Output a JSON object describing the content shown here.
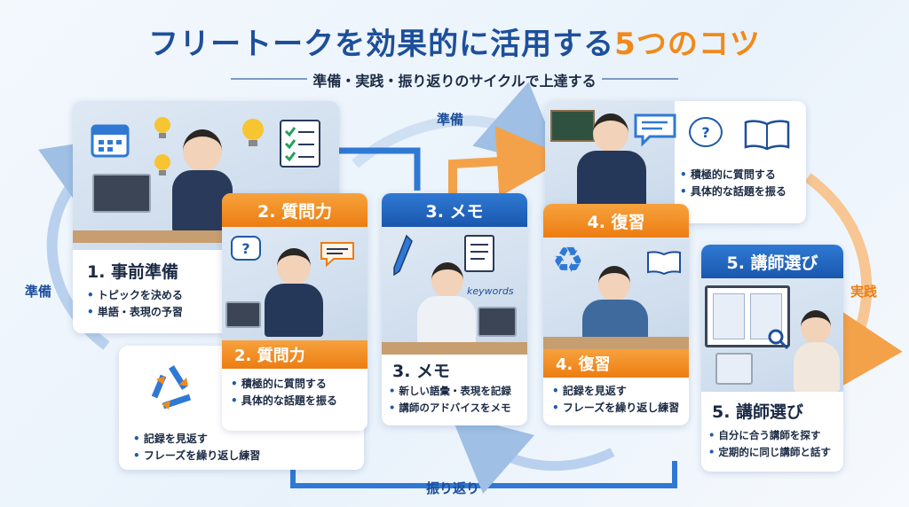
{
  "header": {
    "title_main": "フリートークを効果的に活用する",
    "title_accent": "5つのコツ",
    "subtitle": "準備・実践・振り返りのサイクルで上達する"
  },
  "flow": {
    "top": "準備",
    "left": "準備",
    "right": "実践",
    "bottom": "振り返り"
  },
  "step1": {
    "title": "1. 事前準備",
    "bullets": [
      "トピックを決める",
      "単語・表現の予習"
    ]
  },
  "step2": {
    "header": "2. 質問力",
    "strip": "2. 質問力",
    "bullets": [
      "積極的に質問する",
      "具体的な話題を振る"
    ],
    "bubble1": "?"
  },
  "step3": {
    "header": "3. メモ",
    "strip": "3. メモ",
    "bullets": [
      "新しい語彙・表現を記録",
      "講師のアドバイスをメモ"
    ],
    "note_word": "keywords"
  },
  "step4": {
    "header": "4. 復習",
    "strip": "4. 復習",
    "bullets": [
      "記録を見返す",
      "フレーズを繰り返し練習"
    ]
  },
  "step5": {
    "header": "5. 講師選び",
    "title": "5. 講師選び",
    "bullets": [
      "自分に合う講師を探す",
      "定期的に同じ講師と話す"
    ]
  },
  "practice_card": {
    "bullets": [
      "積極的に質問する",
      "具体的な話題を振る"
    ],
    "bubble": "?"
  },
  "review_card": {
    "bullets": [
      "記録を見返す",
      "フレーズを繰り返し練習"
    ]
  },
  "colors": {
    "blue": "#1d5aa8",
    "orange": "#ec7d12"
  },
  "icons": [
    "calendar-icon",
    "lightbulb-icon",
    "checklist-icon",
    "question-bubble-icon",
    "chat-bubble-icon",
    "pen-icon",
    "document-icon",
    "recycle-icon",
    "book-icon",
    "magnifier-icon"
  ]
}
